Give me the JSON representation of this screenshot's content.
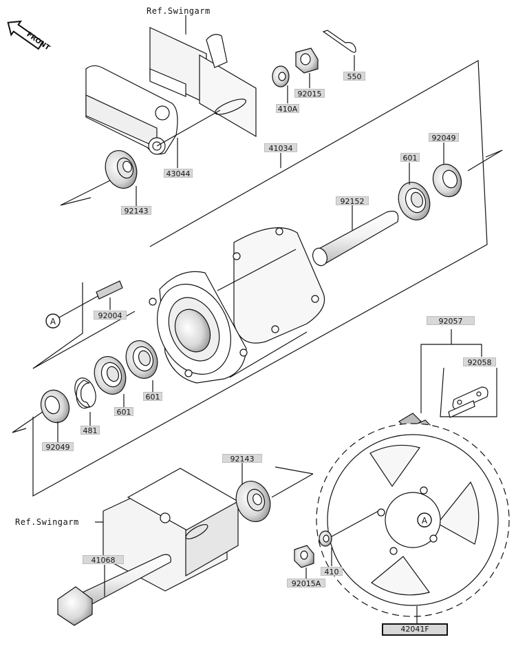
{
  "references": {
    "top": "Ref.Swingarm",
    "bottom": "Ref.Swingarm"
  },
  "orientation": "FRONT",
  "callout": "A",
  "parts": [
    {
      "id": "p550",
      "number": "550"
    },
    {
      "id": "p92015",
      "number": "92015"
    },
    {
      "id": "p410A",
      "number": "410A"
    },
    {
      "id": "p43044",
      "number": "43044"
    },
    {
      "id": "p41034",
      "number": "41034"
    },
    {
      "id": "p92049a",
      "number": "92049"
    },
    {
      "id": "p601a",
      "number": "601"
    },
    {
      "id": "p92143a",
      "number": "92143"
    },
    {
      "id": "p92152",
      "number": "92152"
    },
    {
      "id": "p92004",
      "number": "92004"
    },
    {
      "id": "p601b",
      "number": "601"
    },
    {
      "id": "p601c",
      "number": "601"
    },
    {
      "id": "p481",
      "number": "481"
    },
    {
      "id": "p92049b",
      "number": "92049"
    },
    {
      "id": "p92057",
      "number": "92057"
    },
    {
      "id": "p92058",
      "number": "92058"
    },
    {
      "id": "p92143b",
      "number": "92143"
    },
    {
      "id": "p41068",
      "number": "41068"
    },
    {
      "id": "p410",
      "number": "410"
    },
    {
      "id": "p92015A",
      "number": "92015A"
    },
    {
      "id": "p42041F",
      "number": "42041F"
    }
  ]
}
